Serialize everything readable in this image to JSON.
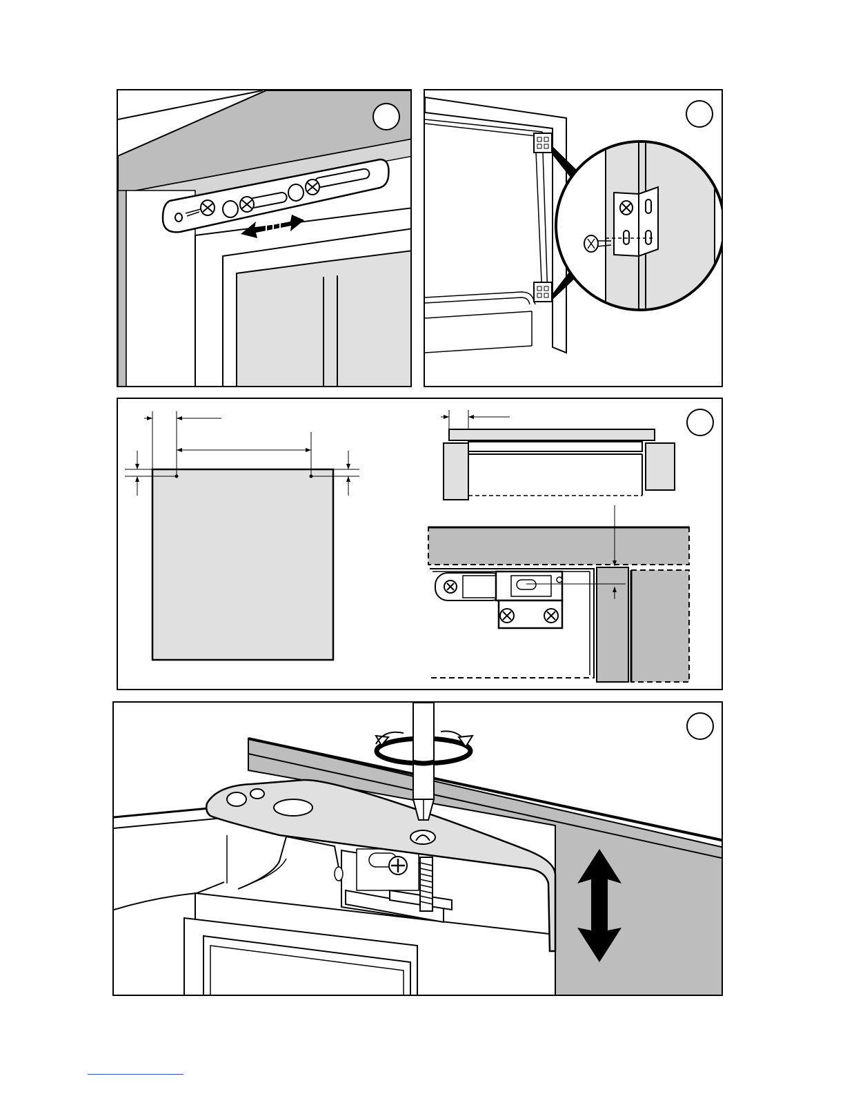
{
  "figures": [
    {
      "id": "installation-step-1",
      "step_label": ""
    },
    {
      "id": "installation-step-2",
      "step_label": ""
    },
    {
      "id": "installation-step-3",
      "step_label": ""
    },
    {
      "id": "installation-step-4",
      "step_label": ""
    }
  ],
  "colors": {
    "line": "#000000",
    "panel_grey": "#bdbdbd",
    "light_grey": "#e0e0e0",
    "white": "#ffffff",
    "footer_rule": "#3b4bd0"
  },
  "icons": [
    "screw-icon",
    "double-arrow-icon",
    "rotation-arrow-icon",
    "screwdriver-icon",
    "bracket-icon"
  ]
}
